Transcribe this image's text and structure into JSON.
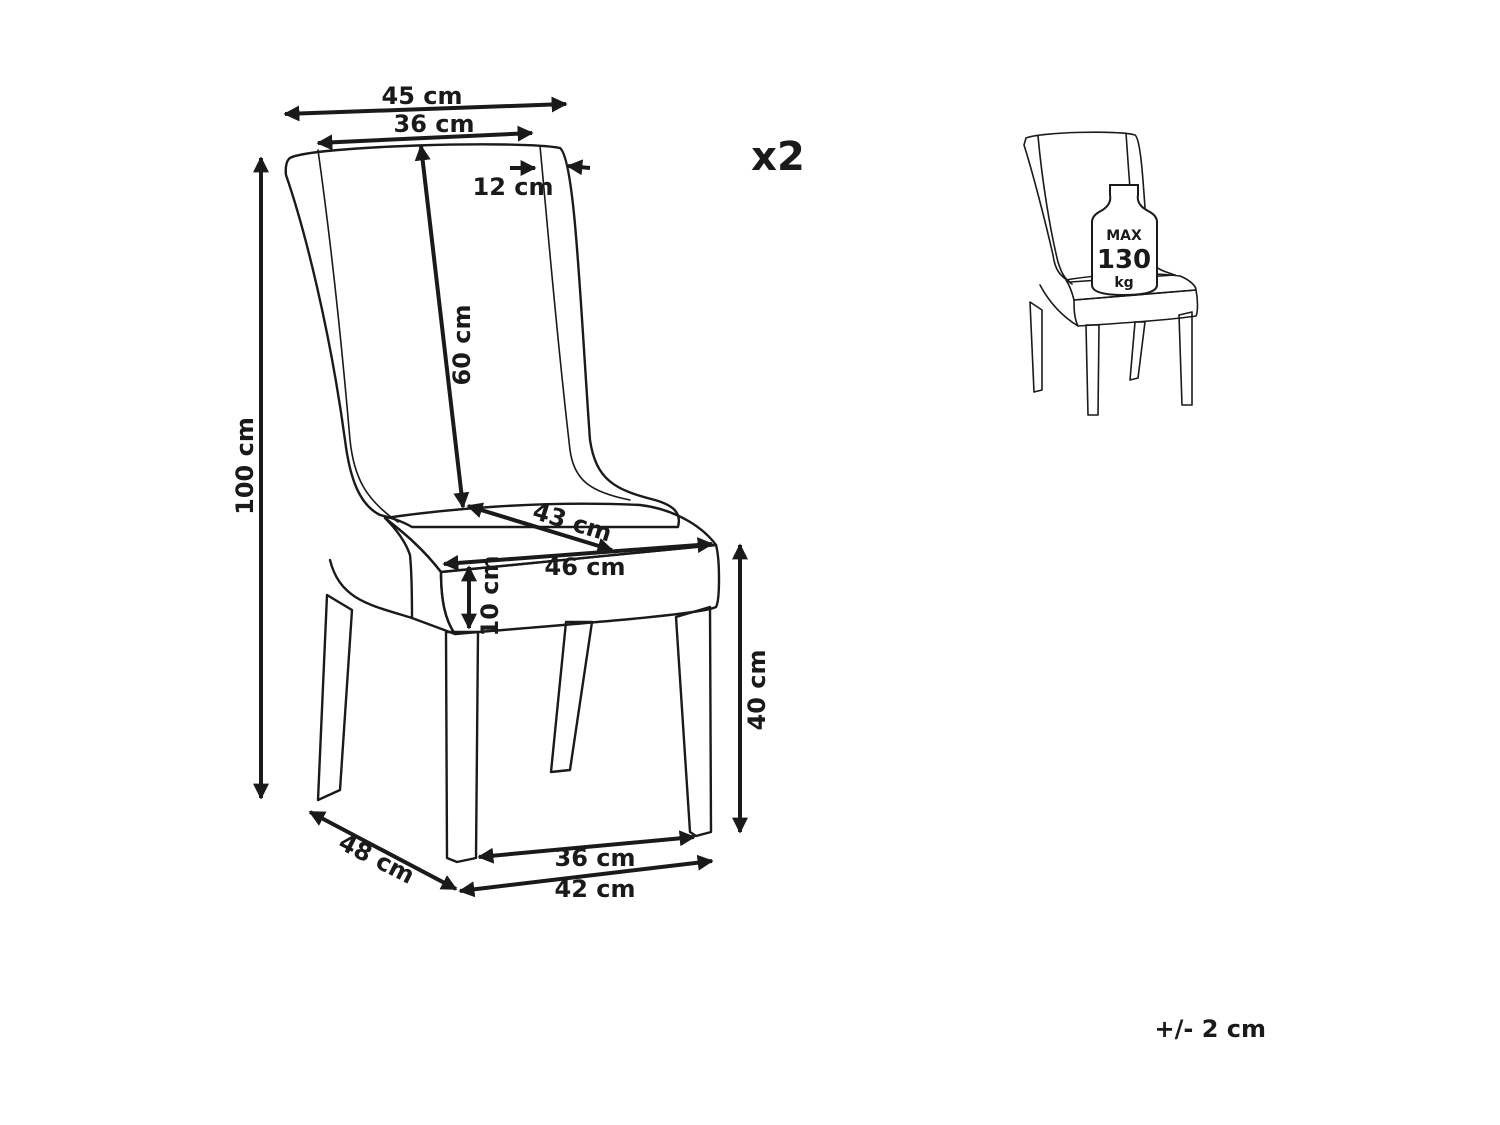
{
  "dimensions": {
    "top_width": "45 cm",
    "backrest_width": "36 cm",
    "wing_depth": "12 cm",
    "backrest_height": "60 cm",
    "total_height": "100 cm",
    "seat_depth": "43 cm",
    "seat_width": "46 cm",
    "seat_thickness": "10 cm",
    "seat_height": "40 cm",
    "inner_leg_width": "36 cm",
    "outer_leg_width": "42 cm",
    "overall_depth": "48 cm"
  },
  "quantity": "x2",
  "load": {
    "max": "MAX",
    "value": "130",
    "unit": "kg"
  },
  "tolerance": "+/- 2 cm"
}
